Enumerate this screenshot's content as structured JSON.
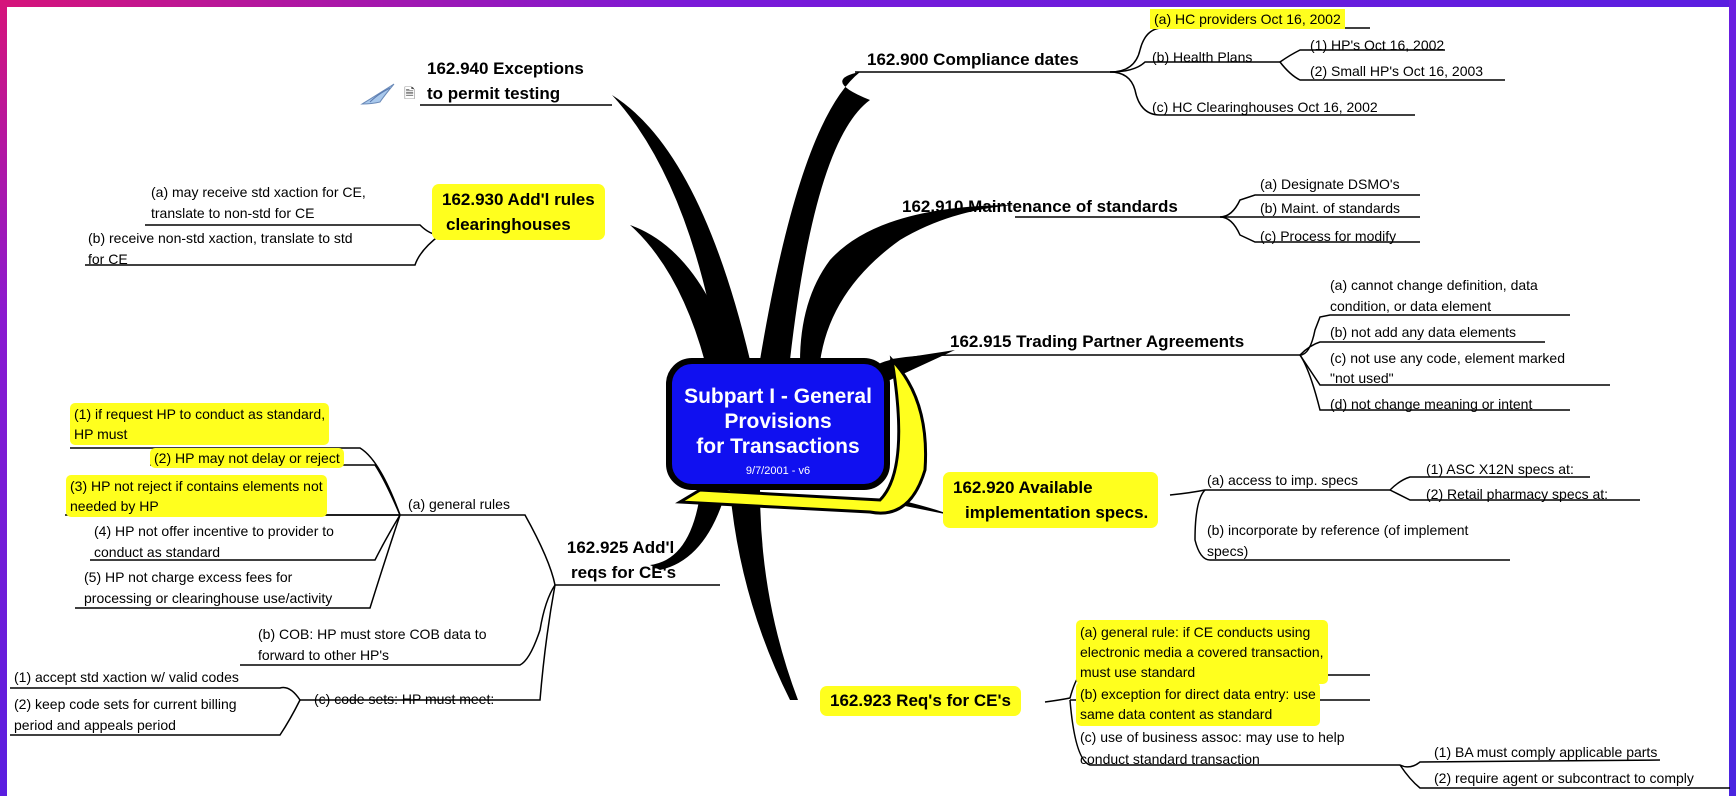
{
  "center": {
    "title": "Subpart I - General\nProvisions\nfor Transactions",
    "date": "9/7/2001 - v6"
  },
  "branches": {
    "b900": {
      "title": "162.900 Compliance dates",
      "a": "(a) HC providers Oct 16, 2002",
      "b": "(b) Health Plans",
      "b1": "(1) HP's Oct 16, 2002",
      "b2": "(2) Small HP's Oct 16, 2003",
      "c": "(c) HC Clearinghouses Oct 16, 2002"
    },
    "b910": {
      "title": "162.910 Maintenance of standards",
      "a": "(a) Designate DSMO's",
      "b": "(b) Maint. of standards",
      "c": "(c) Process for modify"
    },
    "b915": {
      "title": "162.915 Trading Partner Agreements",
      "a1": "(a) cannot change definition, data",
      "a2": "condition, or data element",
      "b": "(b) not add any data elements",
      "c1": "(c) not use any code, element marked",
      "c2": "\"not used\"",
      "d": "(d) not change meaning or intent"
    },
    "b920": {
      "title1": "162.920 Available",
      "title2": "implementation specs.",
      "a": "(a) access to imp. specs",
      "a1": "(1) ASC X12N specs at:",
      "a2": "(2) Retail pharmacy specs at:",
      "b1": "(b) incorporate by reference (of implement",
      "b2": "specs)"
    },
    "b923": {
      "title": "162.923 Req's for CE's",
      "a1": "(a) general rule: if CE conducts using",
      "a2": "electronic media a covered transaction,",
      "a3": "must use standard",
      "b1": "(b) exception for direct data entry: use",
      "b2": "same data content as standard",
      "c1": "(c) use of business assoc: may use to help",
      "c2": "conduct standard transaction",
      "c_1": "(1) BA must comply applicable parts",
      "c_2": "(2) require agent or subcontract to comply"
    },
    "b925": {
      "title1": "162.925 Add'l",
      "title2": "reqs for CE's",
      "a": "(a) general rules",
      "a1_1": "(1) if request HP to conduct as standard,",
      "a1_2": "HP must",
      "a2": "(2) HP may not delay or reject",
      "a3_1": "(3) HP not reject if contains elements not",
      "a3_2": "needed by HP",
      "a4_1": "(4) HP not offer incentive to provider to",
      "a4_2": "conduct as standard",
      "a5_1": "(5) HP not charge excess fees for",
      "a5_2": "processing or clearinghouse use/activity",
      "b1": "(b) COB: HP must store COB data to",
      "b2": "forward to other HP's",
      "c": "(c) code sets: HP must meet:",
      "c1": "(1) accept std xaction w/ valid codes",
      "c2_1": "(2) keep code sets for current billing",
      "c2_2": "period and appeals period"
    },
    "b930": {
      "title1": "162.930 Add'l rules",
      "title2": "clearinghouses",
      "a1": "(a) may receive std xaction for CE,",
      "a2": "translate to non-std for CE",
      "b1": "(b) receive non-std xaction, translate to std",
      "b2": "for CE"
    },
    "b940": {
      "title1": "162.940  Exceptions",
      "title2": "to permit testing"
    }
  },
  "colors": {
    "highlight": "#ffff1e",
    "center": "#1010f0",
    "frame": "#7a1ad8"
  },
  "icons": [
    "note-icon",
    "bird-icon"
  ]
}
